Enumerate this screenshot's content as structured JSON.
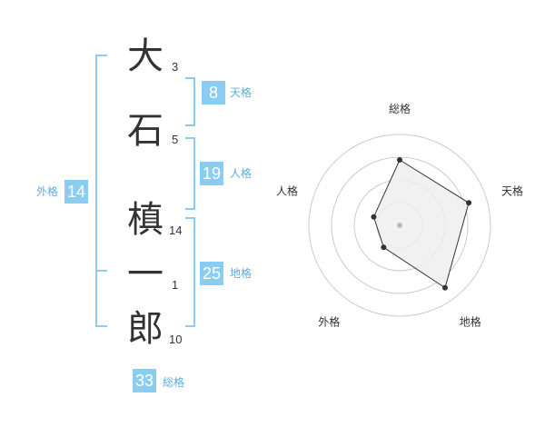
{
  "name": {
    "characters": [
      {
        "char": "大",
        "strokes": "3"
      },
      {
        "char": "石",
        "strokes": "5"
      },
      {
        "char": "槙",
        "strokes": "14"
      },
      {
        "char": "一",
        "strokes": "1"
      },
      {
        "char": "郎",
        "strokes": "10"
      }
    ]
  },
  "kakusu": {
    "tenkaku": {
      "value": "8",
      "label": "天格"
    },
    "jinkaku": {
      "value": "19",
      "label": "人格"
    },
    "chikaku": {
      "value": "25",
      "label": "地格"
    },
    "gaikaku": {
      "value": "14",
      "label": "外格"
    },
    "soukaku": {
      "value": "33",
      "label": "総格"
    }
  },
  "radar": {
    "axes": [
      "総格",
      "天格",
      "地格",
      "外格",
      "人格"
    ],
    "values": [
      0.72,
      0.8,
      0.85,
      0.3,
      0.3
    ],
    "colors": {
      "fill": "#eeeeee",
      "stroke": "#333333",
      "ring": "#cccccc",
      "bracket": "#8bcdf2"
    }
  }
}
